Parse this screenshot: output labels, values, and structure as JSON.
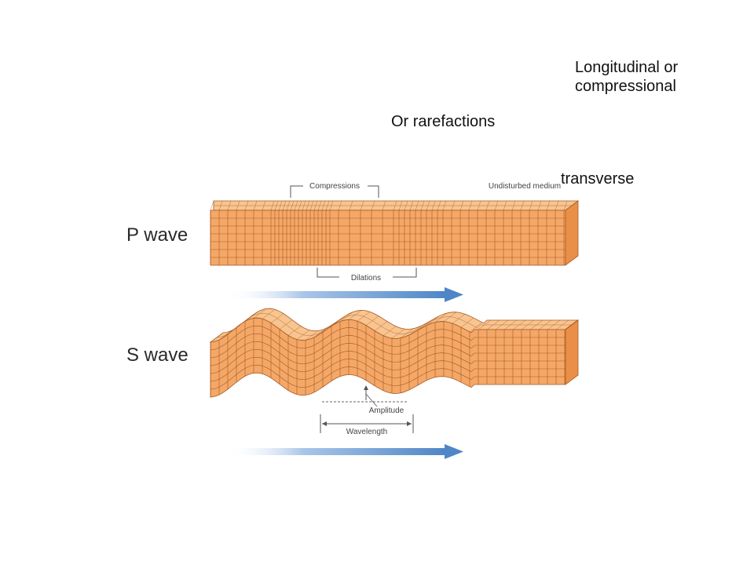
{
  "notes": {
    "longitudinal_line1": "Longitudinal  or",
    "longitudinal_line2": "compressional",
    "rarefactions": "Or rarefactions",
    "transverse": "transverse"
  },
  "p_wave": {
    "label": "P wave",
    "compressions_label": "Compressions",
    "undisturbed_label": "Undisturbed medium",
    "dilations_label": "Dilations"
  },
  "s_wave": {
    "label": "S wave",
    "amplitude_label": "Amplitude",
    "wavelength_label": "Wavelength"
  },
  "colors": {
    "block_front": "#f4a868",
    "block_top": "#f8c48f",
    "block_side": "#ea8f48",
    "grid_line": "#a85a22",
    "arrow": "#4f86c6"
  }
}
